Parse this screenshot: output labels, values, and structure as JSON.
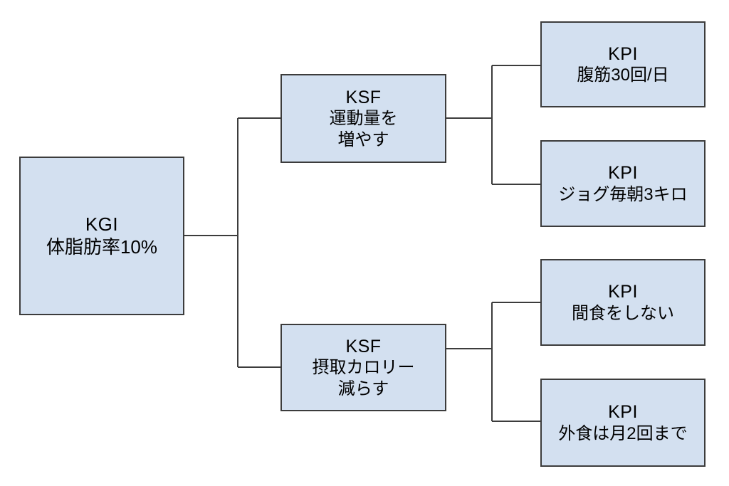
{
  "diagram": {
    "type": "tree",
    "orientation": "left-to-right",
    "background_color": "#ffffff",
    "node_fill_color": "#d3e0f0",
    "node_border_color": "#3c3c3c",
    "connector_color": "#3c3c3c",
    "text_color": "#000000",
    "nodes": [
      {
        "id": "kgi",
        "title": "KGI",
        "lines": [
          "体脂肪率10%"
        ]
      },
      {
        "id": "ksf-1",
        "title": "KSF",
        "lines": [
          "運動量を",
          "増やす"
        ]
      },
      {
        "id": "ksf-2",
        "title": "KSF",
        "lines": [
          "摂取カロリー",
          "減らす"
        ]
      },
      {
        "id": "kpi-1",
        "title": "KPI",
        "lines": [
          "腹筋30回/日"
        ]
      },
      {
        "id": "kpi-2",
        "title": "KPI",
        "lines": [
          "ジョグ毎朝3キロ"
        ]
      },
      {
        "id": "kpi-3",
        "title": "KPI",
        "lines": [
          "間食をしない"
        ]
      },
      {
        "id": "kpi-4",
        "title": "KPI",
        "lines": [
          "外食は月2回まで"
        ]
      }
    ],
    "edges": [
      {
        "from": "kgi",
        "to": "ksf-1"
      },
      {
        "from": "kgi",
        "to": "ksf-2"
      },
      {
        "from": "ksf-1",
        "to": "kpi-1"
      },
      {
        "from": "ksf-1",
        "to": "kpi-2"
      },
      {
        "from": "ksf-2",
        "to": "kpi-3"
      },
      {
        "from": "ksf-2",
        "to": "kpi-4"
      }
    ]
  }
}
